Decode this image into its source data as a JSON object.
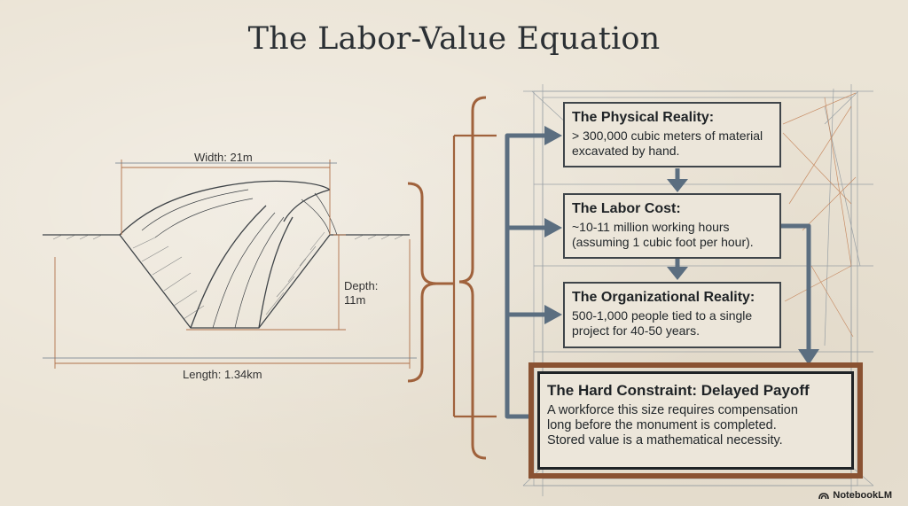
{
  "title": "The Labor-Value Equation",
  "dimensions": {
    "width": "Width: 21m",
    "depth_line1": "Depth:",
    "depth_line2": "11m",
    "length": "Length: 1.34km"
  },
  "boxes": [
    {
      "heading": "The Physical Reality:",
      "lines": [
        "> 300,000 cubic meters of material",
        "excavated by hand."
      ]
    },
    {
      "heading": "The Labor Cost:",
      "lines": [
        "~10-11 million working hours",
        "(assuming 1 cubic foot per hour)."
      ]
    },
    {
      "heading": "The Organizational Reality:",
      "lines": [
        "500-1,000 people tied to a single",
        "project for 40-50 years."
      ]
    },
    {
      "heading": "The Hard Constraint: Delayed Payoff",
      "lines": [
        "A workforce this size requires compensation",
        "long before the monument is completed.",
        "Stored value is a mathematical necessity."
      ]
    }
  ],
  "brand": "NotebookLM",
  "colors": {
    "arrow": "#5b6e80",
    "bracket": "#a0623c",
    "frame": "#8a5232"
  }
}
